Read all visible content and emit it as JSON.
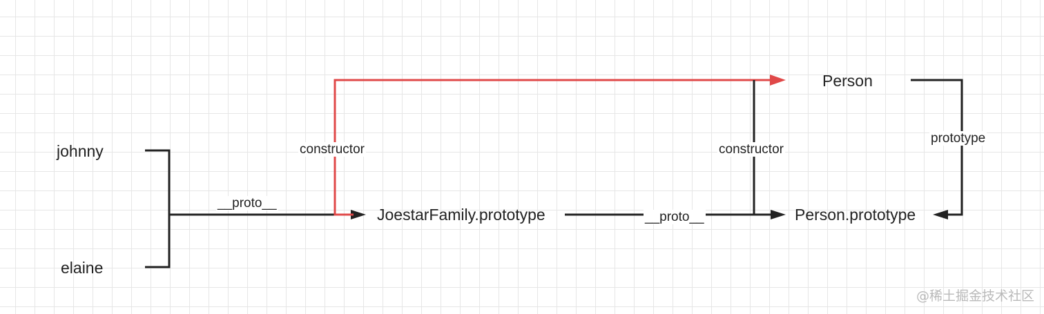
{
  "nodes": {
    "johnny": "johnny",
    "elaine": "elaine",
    "joestar_prototype": "JoestarFamily.prototype",
    "person": "Person",
    "person_prototype": "Person.prototype"
  },
  "edges": {
    "proto_left": "__proto__",
    "proto_mid": "__proto__",
    "constructor_left": "constructor",
    "constructor_right": "constructor",
    "prototype": "prototype"
  },
  "colors": {
    "line": "#222222",
    "highlight": "#e04848",
    "grid": "#e6e6e6"
  },
  "watermark": "@稀土掘金技术社区"
}
